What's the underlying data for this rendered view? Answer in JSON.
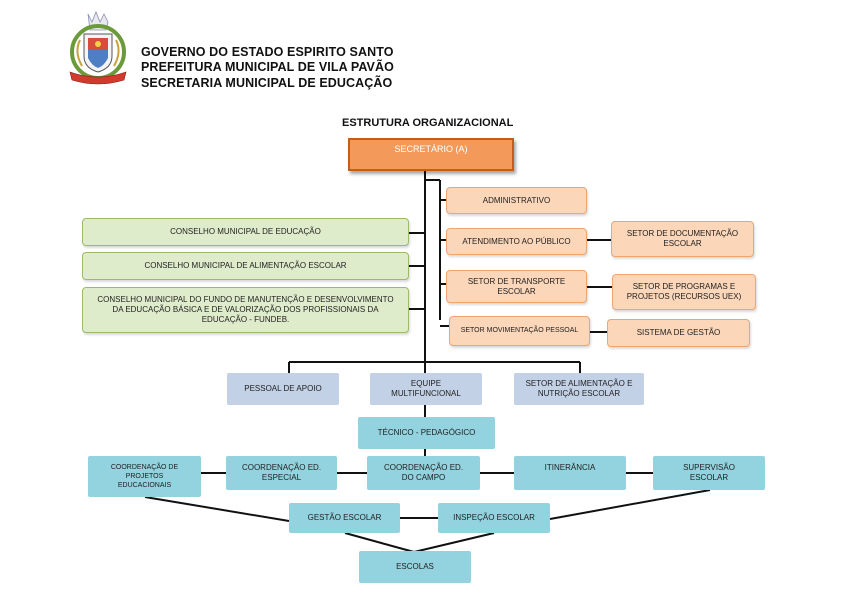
{
  "header": {
    "line1": "GOVERNO DO ESTADO ESPIRITO SANTO",
    "line2": "PREFEITURA MUNICIPAL DE VILA PAVÃO",
    "line3": "SECRETARIA MUNICIPAL DE EDUCAÇÃO",
    "logo_icon": "municipal-coat-of-arms"
  },
  "chart_title": "ESTRUTURA ORGANIZACIONAL",
  "nodes": {
    "secretario": "SECRETÁRIO (A)",
    "administrativo": "ADMINISTRATIVO",
    "atendimento": "ATENDIMENTO AO PÚBLICO",
    "setor_documentacao": "SETOR DE DOCUMENTAÇÃO ESCOLAR",
    "setor_transporte": "SETOR DE TRANSPORTE ESCOLAR",
    "setor_programas": "SETOR DE PROGRAMAS E PROJETOS (RECURSOS UEX)",
    "setor_movimentacao": "SETOR MOVIMENTAÇÃO PESSOAL",
    "sistema_gestao": "SISTEMA DE GESTÃO",
    "conselho_educacao": "CONSELHO MUNICIPAL DE EDUCAÇÃO",
    "conselho_alimentacao": "CONSELHO MUNICIPAL DE ALIMENTAÇÃO ESCOLAR",
    "conselho_fundeb": "CONSELHO MUNICIPAL DO FUNDO DE MANUTENÇÃO E DESENVOLVIMENTO DA EDUCAÇÃO BÁSICA E DE VALORIZAÇÃO DOS PROFISSIONAIS DA EDUCAÇÃO  -  FUNDEB.",
    "pessoal_apoio": "PESSOAL DE APOIO",
    "equipe_multifuncional": "EQUIPE MULTIFUNCIONAL",
    "setor_alimentacao": "SETOR DE ALIMENTAÇÃO E NUTRIÇÃO ESCOLAR",
    "tecnico_pedagogico": "TÉCNICO - PEDAGÓGICO",
    "coord_projetos": "COORDENAÇÃO DE PROJETOS EDUCACIONAIS",
    "coord_especial": "COORDENAÇÃO ED. ESPECIAL",
    "coord_campo": "COORDENAÇÃO ED. DO CAMPO",
    "itinerancia": "ITINERÂNCIA",
    "supervisao": "SUPERVISÃO ESCOLAR",
    "gestao_escolar": "GESTÃO ESCOLAR",
    "inspecao_escolar": "INSPEÇÃO ESCOLAR",
    "escolas": "ESCOLAS"
  },
  "colors": {
    "main": "#f39a5a",
    "peach": "#fbd6b8",
    "green": "#dfeccb",
    "lavender": "#c3d1e6",
    "teal": "#92d3df"
  }
}
